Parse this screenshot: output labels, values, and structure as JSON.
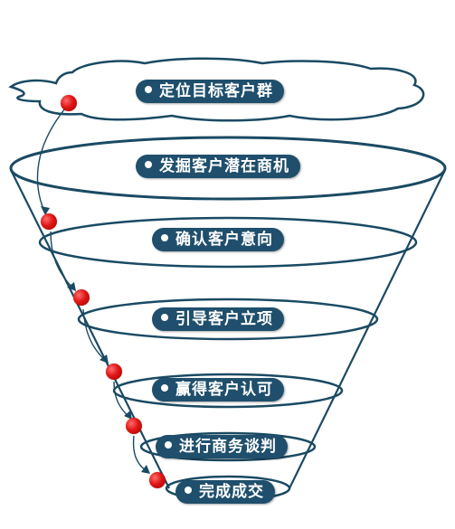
{
  "stages": [
    {
      "label": "定位目标客户群"
    },
    {
      "label": "发掘客户潜在商机"
    },
    {
      "label": "确认客户意向"
    },
    {
      "label": "引导客户立项"
    },
    {
      "label": "赢得客户认可"
    },
    {
      "label": "进行商务谈判"
    },
    {
      "label": "完成成交"
    }
  ],
  "colors": {
    "pill": "#1f4f6c",
    "pill_text": "#ffffff",
    "outline": "#1a4a63",
    "ball": "#e01515"
  }
}
